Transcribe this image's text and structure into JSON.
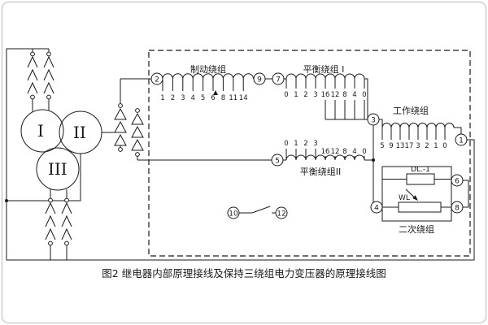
{
  "figure": {
    "caption": "图2 继电器内部原理接线及保持三绕组电力变压器的原理接线图"
  },
  "colors": {
    "line": "#1a1a1a",
    "background": "#ffffff",
    "border": "#cfcfcf"
  },
  "transformer": {
    "winding_i": "I",
    "winding_ii": "II",
    "winding_iii": "III"
  },
  "windings": {
    "braking": {
      "label": "制动绕组",
      "taps": [
        "1",
        "2",
        "3",
        "4",
        "5",
        "6",
        "8",
        "11",
        "14"
      ]
    },
    "balance1": {
      "label": "平衡绕组 I",
      "taps_fine": [
        "0",
        "1",
        "2",
        "3"
      ],
      "taps_coarse": [
        "16",
        "12",
        "8",
        "4",
        "0"
      ]
    },
    "balance2": {
      "label": "平衡绕组II",
      "taps_fine": [
        "0",
        "1",
        "2",
        "3"
      ],
      "taps_coarse": [
        "16",
        "12",
        "8",
        "4",
        "0"
      ]
    },
    "working": {
      "label": "工作绕组",
      "taps": [
        "5",
        "9",
        "13",
        "17",
        "3",
        "2",
        "1",
        "0"
      ]
    },
    "secondary": {
      "label": "二次绕组",
      "relay_label": "DL.-1",
      "resistor_label": "WL"
    }
  },
  "terminals": {
    "t1": "1",
    "t2": "2",
    "t3": "3",
    "t4": "4",
    "t5": "5",
    "t6": "6",
    "t7": "7",
    "t8": "8",
    "t9": "9",
    "t10": "10",
    "t12": "12"
  }
}
